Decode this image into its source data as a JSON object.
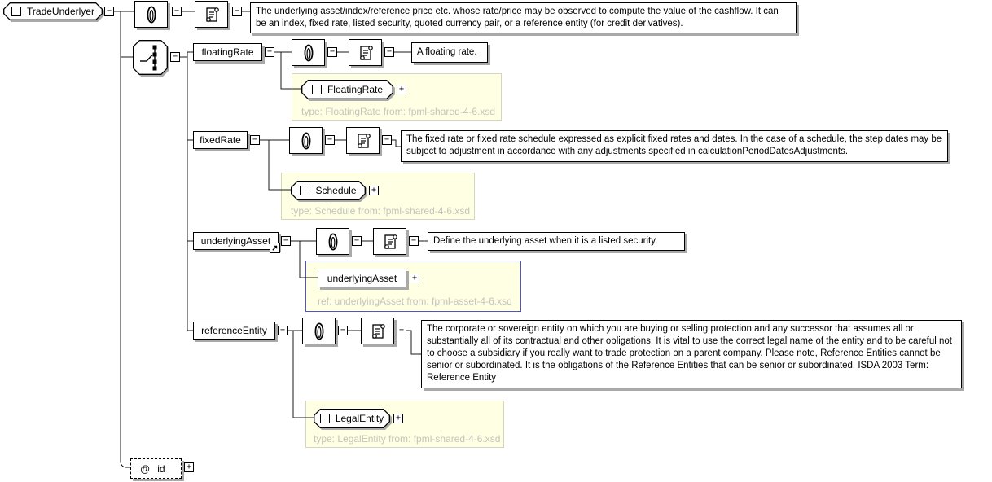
{
  "root": {
    "label": "TradeUnderlyer",
    "doc": "The underlying asset/index/reference price etc. whose rate/price may be observed to compute the value of the cashflow. It can be an index, fixed rate, listed security, quoted currency pair, or a reference entity (for credit derivatives)."
  },
  "compositor": {
    "kind": "choice"
  },
  "elements": {
    "floatingRate": {
      "label": "floatingRate",
      "doc": "A floating rate.",
      "type": {
        "label": "FloatingRate",
        "note": "type: FloatingRate from: fpml-shared-4-6.xsd"
      }
    },
    "fixedRate": {
      "label": "fixedRate",
      "doc": "The fixed rate or fixed rate schedule expressed as explicit fixed rates and dates. In the case of a schedule, the step dates may be subject to adjustment in accordance with any adjustments specified in calculationPeriodDatesAdjustments.",
      "type": {
        "label": "Schedule",
        "note": "type: Schedule from: fpml-shared-4-6.xsd"
      }
    },
    "underlyingAsset": {
      "label": "underlyingAsset",
      "doc": "Define the underlying asset when it is a listed security.",
      "type": {
        "label": "underlyingAsset",
        "note": "ref: underlyingAsset from: fpml-asset-4-6.xsd"
      }
    },
    "referenceEntity": {
      "label": "referenceEntity",
      "doc": "The corporate or sovereign entity on which you are buying or selling protection and any successor that assumes all or substantially all of its contractual and other obligations. It is vital to use the correct legal name of the entity and to be careful not to choose a subsidiary if you really want to trade protection on a parent company. Please note, Reference Entities cannot be senior or subordinated. It is the obligations of the Reference Entities that can be senior or subordinated. ISDA 2003 Term: Reference Entity",
      "type": {
        "label": "LegalEntity",
        "note": "type: LegalEntity from: fpml-shared-4-6.xsd"
      }
    }
  },
  "attribute": {
    "at": "@",
    "label": "id"
  },
  "glyphs": {
    "collapse": "−",
    "expand": "+"
  },
  "colors": {
    "panel_bg": "#ffffe4",
    "ref_border": "#5151cc",
    "note_text": "#c4c4bb",
    "shadow": "#a9a9a9"
  }
}
